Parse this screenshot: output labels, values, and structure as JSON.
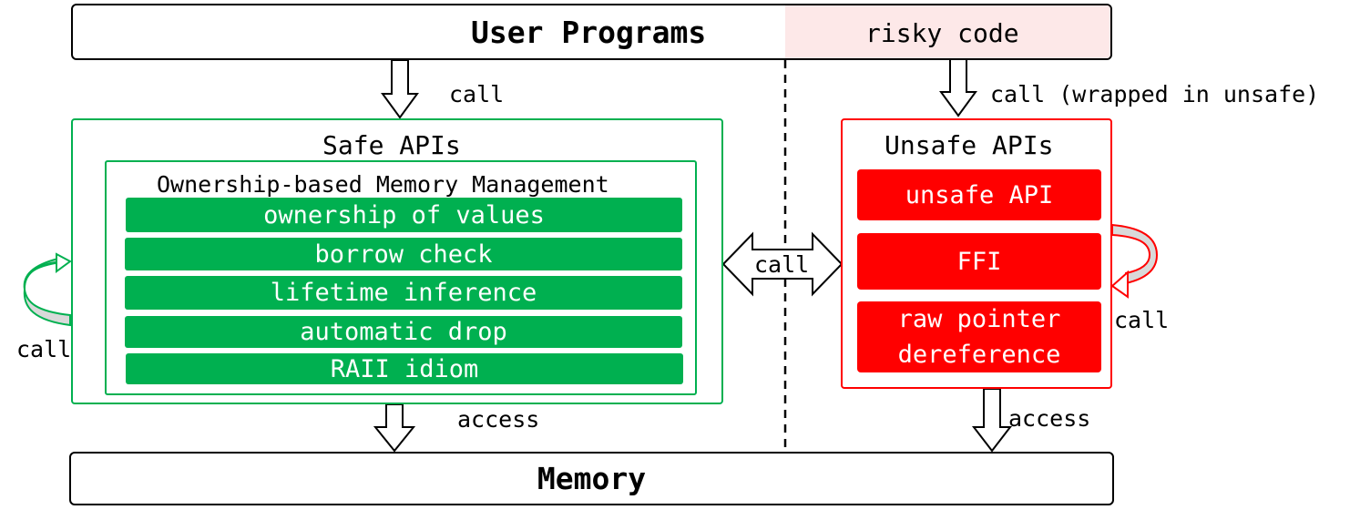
{
  "top": {
    "title": "User Programs",
    "risky": "risky code"
  },
  "memory": {
    "title": "Memory"
  },
  "safe": {
    "title": "Safe APIs",
    "inner_title": "Ownership-based Memory Management",
    "items": [
      "ownership of values",
      "borrow check",
      "lifetime inference",
      "automatic drop",
      "RAII idiom"
    ]
  },
  "unsafe": {
    "title": "Unsafe APIs",
    "items": [
      "unsafe API",
      "FFI"
    ],
    "raw_line1": "raw pointer",
    "raw_line2": "dereference"
  },
  "labels": {
    "call_safe": "call",
    "call_unsafe": "call (wrapped in unsafe)",
    "call_middle": "call",
    "call_left_loop": "call",
    "call_right_loop": "call",
    "access_safe": "access",
    "access_unsafe": "access"
  },
  "colors": {
    "safe_green": "#00b050",
    "unsafe_red": "#ff0000",
    "risky_bg": "#fde8e8"
  }
}
